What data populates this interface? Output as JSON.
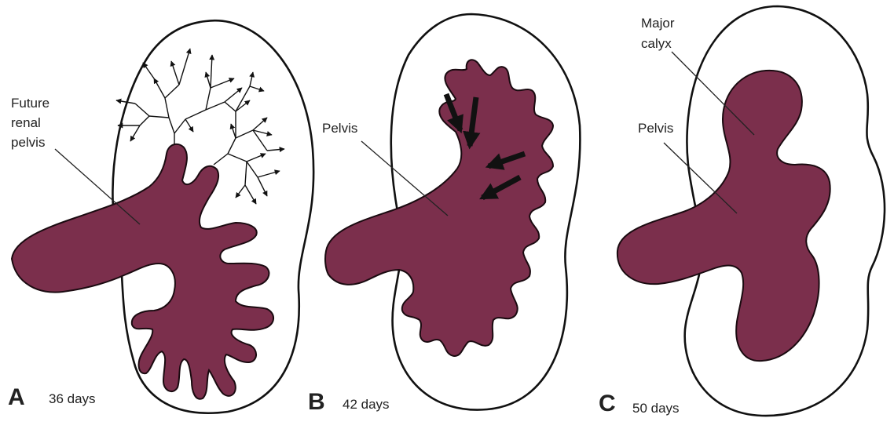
{
  "panels": [
    {
      "letter": "A",
      "age": "36 days",
      "labels": [
        "Future",
        "renal",
        "pelvis"
      ]
    },
    {
      "letter": "B",
      "age": "42 days",
      "labels": [
        "Pelvis"
      ]
    },
    {
      "letter": "C",
      "age": "50 days",
      "labels": [
        "Major",
        "calyx",
        "Pelvis"
      ]
    }
  ],
  "colors": {
    "tissue": "#7b2f4c",
    "outline": "#111111",
    "text": "#222222"
  }
}
